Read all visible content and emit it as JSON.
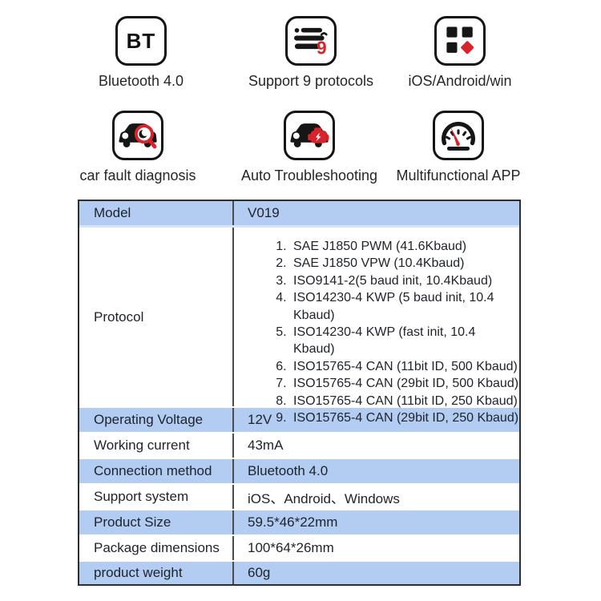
{
  "features": [
    {
      "label": "Bluetooth 4.0",
      "icon_text": "BT"
    },
    {
      "label": "Support 9 protocols",
      "badge": "9"
    },
    {
      "label": "iOS/Android/win"
    },
    {
      "label": "car fault diagnosis"
    },
    {
      "label": "Auto Troubleshooting"
    },
    {
      "label": "Multifunctional APP"
    }
  ],
  "spec_table": {
    "rows": [
      {
        "label": "Model",
        "value": "V019"
      },
      {
        "label": "Protocol",
        "protocols": [
          "SAE J1850 PWM (41.6Kbaud)",
          "SAE J1850 VPW (10.4Kbaud)",
          "ISO9141-2(5 baud init, 10.4Kbaud)",
          "ISO14230-4 KWP (5 baud init, 10.4 Kbaud)",
          "ISO14230-4 KWP (fast init, 10.4 Kbaud)",
          "ISO15765-4 CAN (11bit ID, 500 Kbaud)",
          "ISO15765-4 CAN (29bit ID, 500 Kbaud)",
          "ISO15765-4 CAN (11bit ID, 250 Kbaud)",
          "ISO15765-4 CAN (29bit ID, 250 Kbaud)"
        ]
      },
      {
        "label": "Operating Voltage",
        "value": "12V"
      },
      {
        "label": "Working current",
        "value": "43mA"
      },
      {
        "label": "Connection method",
        "value": "Bluetooth 4.0"
      },
      {
        "label": "Support system",
        "value": "iOS、Android、Windows"
      },
      {
        "label": "Product Size",
        "value": "59.5*46*22mm"
      },
      {
        "label": "Package dimensions",
        "value": "100*64*26mm"
      },
      {
        "label": "product weight",
        "value": "60g"
      }
    ]
  },
  "colors": {
    "row_highlight": "#b3cdf2",
    "row_highlight_edge": "#d6e3f8",
    "accent_red": "#d8232a",
    "icon_black": "#161616",
    "table_border": "#2e2e2e",
    "text": "#1e222a"
  }
}
